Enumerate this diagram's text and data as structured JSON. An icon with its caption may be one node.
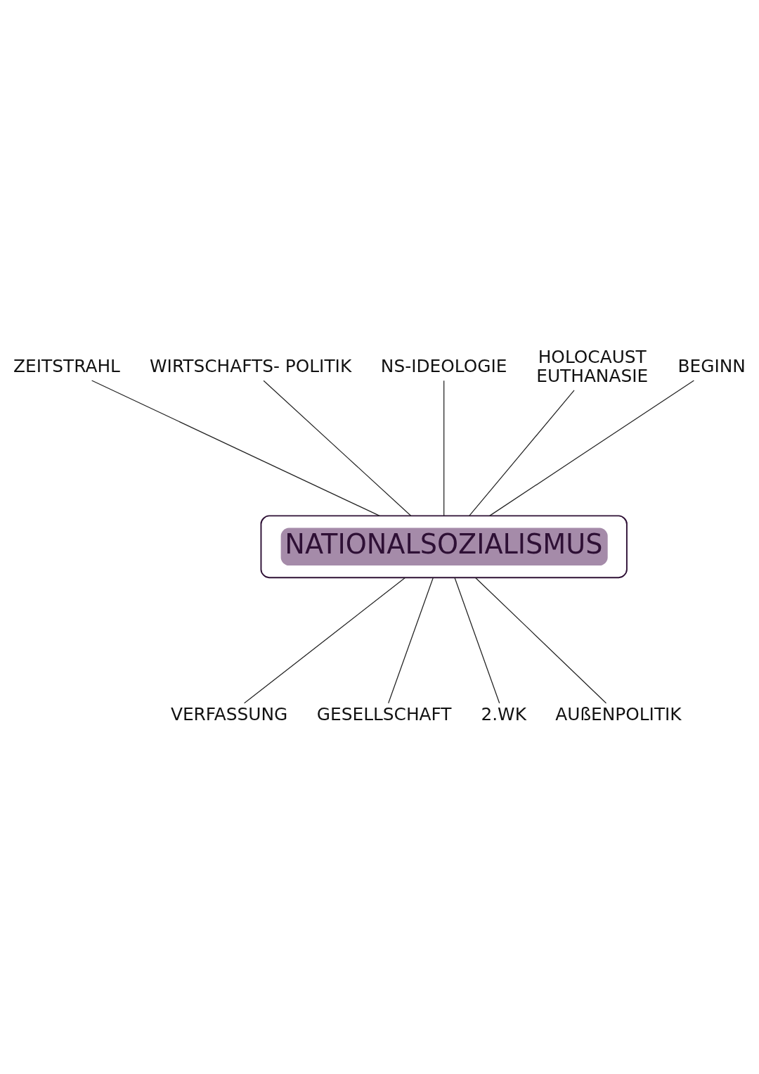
{
  "diagram": {
    "nodes": [
      {
        "text": [
          "ZEITSTRAHL"
        ]
      },
      {
        "text": [
          "HOLOCAUST",
          "EUTHANASIE"
        ]
      },
      {
        "text": [
          "WIRTSCHAFTS- POLITIK"
        ]
      },
      {
        "text": [
          "NS-IDEOLOGIE"
        ]
      },
      {
        "text": [
          "BEGINN"
        ]
      },
      {
        "text": [
          "NATIONALSOZIALISMUS"
        ]
      },
      {
        "text": [
          "VERFASSUNG"
        ]
      },
      {
        "text": [
          "AUßENPOLITIK"
        ]
      },
      {
        "text": [
          "GESELLSCHAFT"
        ]
      },
      {
        "text": [
          "2.WK"
        ]
      }
    ],
    "edges": [
      {
        "from": 5,
        "to": 0,
        "arrow": "none"
      },
      {
        "from": 5,
        "to": 2,
        "arrow": "none"
      },
      {
        "from": 5,
        "to": 3,
        "arrow": "none"
      },
      {
        "from": 5,
        "to": 1,
        "arrow": "none"
      },
      {
        "from": 5,
        "to": 4,
        "arrow": "none"
      },
      {
        "from": 5,
        "to": 6,
        "arrow": "none"
      },
      {
        "from": 5,
        "to": 8,
        "arrow": "none"
      },
      {
        "from": 5,
        "to": 9,
        "arrow": "none"
      },
      {
        "from": 5,
        "to": 7,
        "arrow": "none"
      }
    ]
  }
}
